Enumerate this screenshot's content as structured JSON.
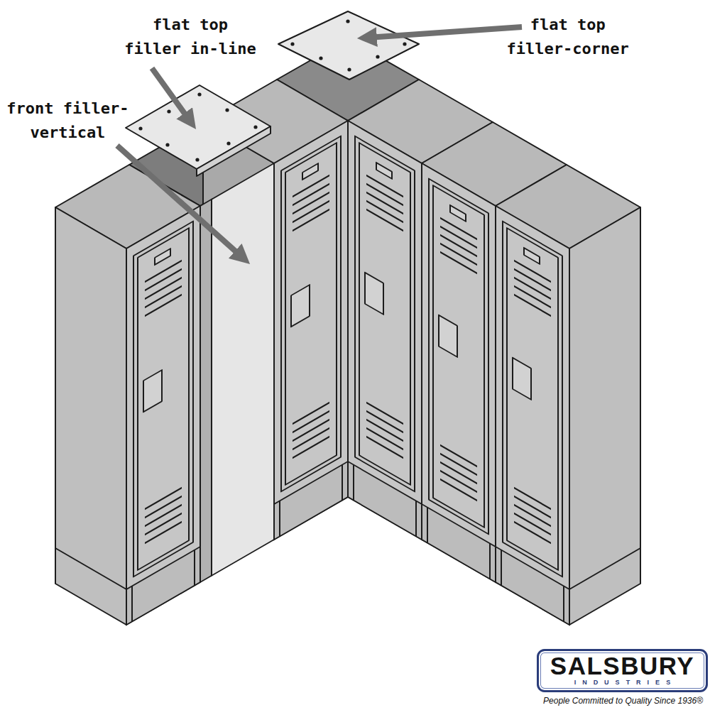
{
  "diagram": {
    "nodes": [
      {
        "text": [
          "SALSBURY",
          "INDUSTRIES"
        ]
      }
    ],
    "labels": [
      "flat top filler in-line",
      "flat top filler-corner",
      "front filler-vertical",
      "People Committed to Quality Since 1936®"
    ]
  }
}
